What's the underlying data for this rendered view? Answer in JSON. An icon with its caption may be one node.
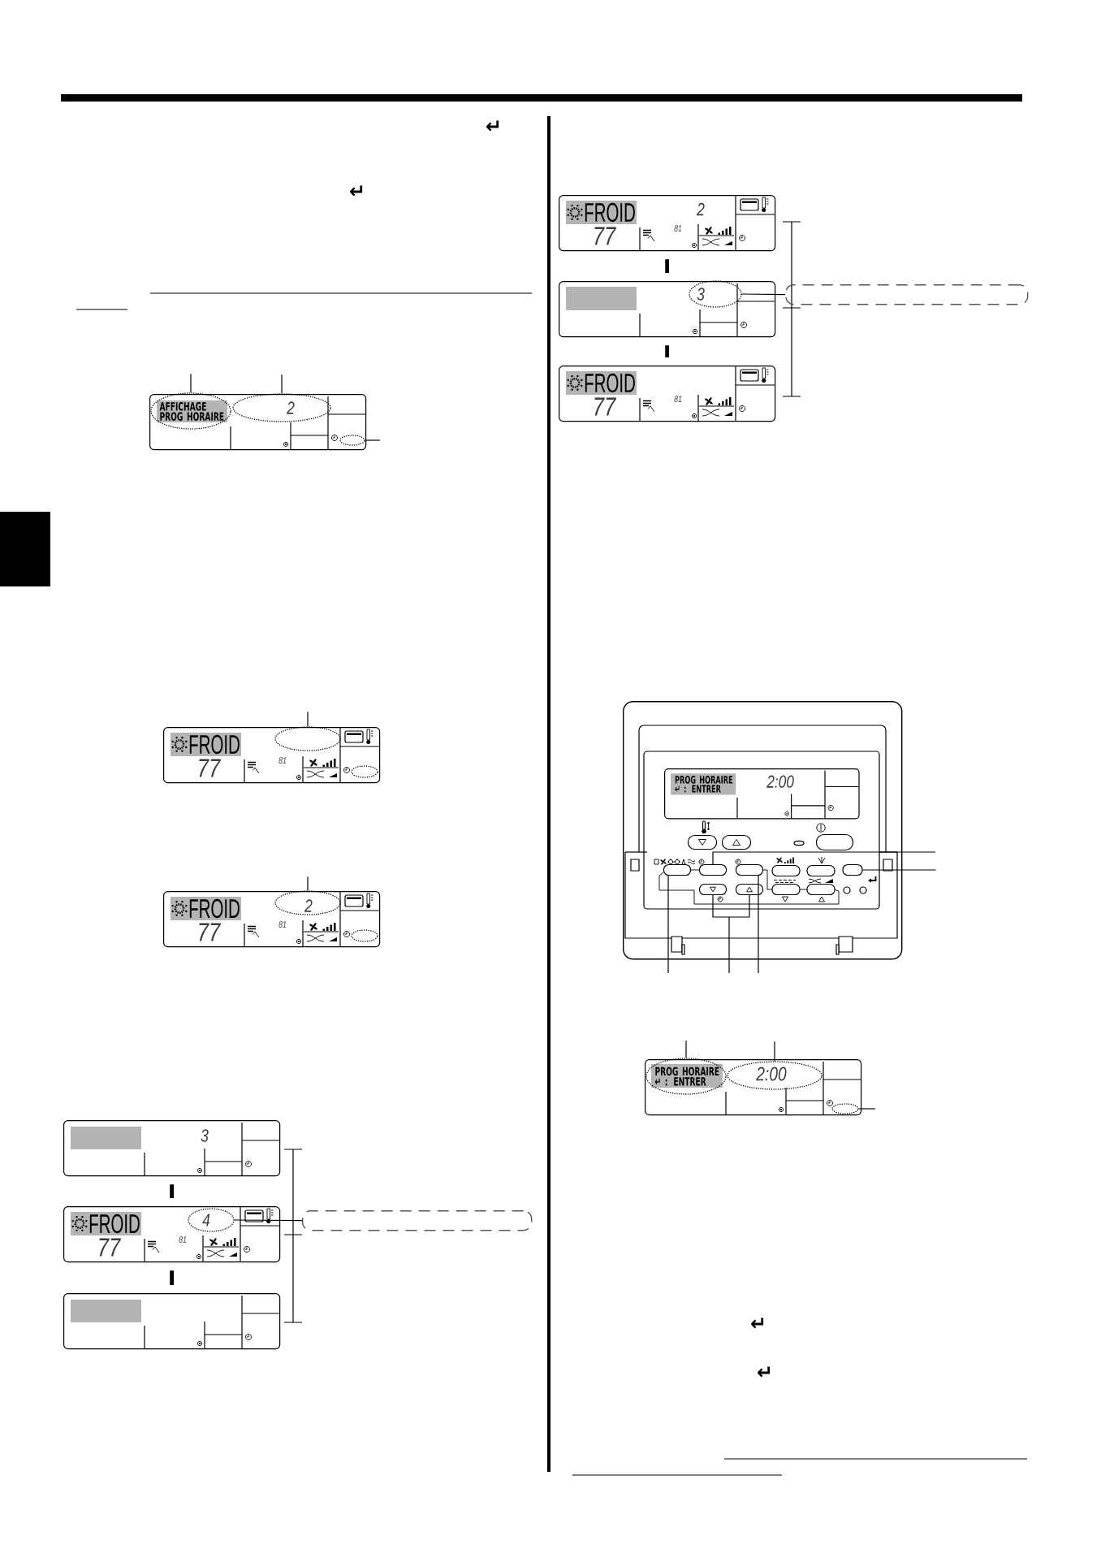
{
  "diagram": {
    "nodes": [
      {
        "text": [],
        "shape": "box"
      },
      {
        "text": [
          "AFFICHAGE PROG HORAIRE"
        ],
        "in": 0
      },
      {
        "text": [
          "2"
        ],
        "in": 0
      },
      {
        "text": [],
        "shape": "ellipse",
        "in": 0
      },
      {
        "text": [
          "FROID",
          "77",
          "81"
        ]
      },
      {
        "text": [],
        "shape": "ellipse",
        "in": 4
      },
      {
        "text": [],
        "shape": "ellipse",
        "in": 4
      },
      {
        "text": [
          "FROID",
          "77",
          "81"
        ]
      },
      {
        "text": [
          "2"
        ],
        "in": 7
      },
      {
        "text": [],
        "shape": "ellipse",
        "in": 7
      },
      {
        "text": [
          "3"
        ]
      },
      {
        "text": [
          "FROID",
          "77",
          "81"
        ]
      },
      {
        "text": [
          "4"
        ],
        "in": 11
      },
      {
        "text": [],
        "shape": "box"
      },
      {
        "text": [],
        "shape": "box"
      },
      {
        "text": [
          "FROID",
          "2",
          "77",
          "81"
        ]
      },
      {
        "text": [],
        "shape": "box"
      },
      {
        "text": [
          "3"
        ],
        "in": 16
      },
      {
        "text": [
          "FROID",
          "77",
          "81"
        ]
      },
      {
        "text": [],
        "shape": "box"
      },
      {
        "text": [],
        "shape": "box"
      },
      {
        "text": [
          "PROG HORAIRE ↵ : ENTRER",
          "2:00"
        ],
        "in": 20
      },
      {
        "text": [],
        "shape": "button",
        "in": 20
      },
      {
        "text": [],
        "shape": "button",
        "in": 20
      },
      {
        "text": [],
        "shape": "button",
        "in": 20
      },
      {
        "text": [],
        "shape": "button",
        "in": 20
      },
      {
        "text": [],
        "shape": "button",
        "in": 20
      },
      {
        "text": [],
        "shape": "button",
        "in": 20
      },
      {
        "text": [],
        "shape": "button",
        "in": 20
      },
      {
        "text": [],
        "shape": "button",
        "in": 20
      },
      {
        "text": [],
        "shape": "button",
        "in": 20
      },
      {
        "text": [],
        "shape": "button",
        "in": 20
      },
      {
        "text": [],
        "shape": "button",
        "in": 20
      },
      {
        "text": [],
        "shape": "button",
        "in": 20
      },
      {
        "text": [],
        "shape": "button",
        "in": 20
      },
      {
        "text": [],
        "shape": "circle",
        "in": 20
      },
      {
        "text": [],
        "shape": "circle",
        "in": 20
      },
      {
        "text": [],
        "shape": "box"
      },
      {
        "text": [
          "PROG HORAIRE ↵ : ENTRER"
        ],
        "in": 37
      },
      {
        "text": [
          "2:00"
        ],
        "in": 37
      },
      {
        "text": [],
        "shape": "ellipse",
        "in": 37
      }
    ],
    "edges": [
      {
        "from": null,
        "to": 1,
        "arrow": "none"
      },
      {
        "from": null,
        "to": 2,
        "arrow": "none"
      },
      {
        "from": null,
        "to": 3,
        "arrow": "none"
      },
      {
        "from": null,
        "to": 5,
        "arrow": "none"
      },
      {
        "from": null,
        "to": 8,
        "arrow": "none"
      },
      {
        "from": 10,
        "to": 11,
        "arrow": "none",
        "style": "thick"
      },
      {
        "from": 11,
        "to": 13,
        "arrow": "none",
        "style": "thick"
      },
      {
        "from": 14,
        "to": 12,
        "arrow": "none"
      },
      {
        "from": 15,
        "to": 16,
        "arrow": "none",
        "style": "thick"
      },
      {
        "from": 16,
        "to": 18,
        "arrow": "none",
        "style": "thick"
      },
      {
        "from": 19,
        "to": 17,
        "arrow": "none"
      },
      {
        "from": null,
        "to": 26,
        "arrow": "none"
      },
      {
        "from": null,
        "to": 30,
        "arrow": "none"
      },
      {
        "from": null,
        "to": 25,
        "arrow": "none"
      },
      {
        "from": null,
        "to": 31,
        "arrow": "none"
      },
      {
        "from": null,
        "to": 32,
        "arrow": "none"
      },
      {
        "from": null,
        "to": 27,
        "arrow": "none"
      },
      {
        "from": null,
        "to": 38,
        "arrow": "none"
      },
      {
        "from": null,
        "to": 39,
        "arrow": "none"
      },
      {
        "from": null,
        "to": 40,
        "arrow": "none"
      }
    ],
    "labels": [
      "↵",
      "↵",
      "↵",
      "↵"
    ]
  }
}
